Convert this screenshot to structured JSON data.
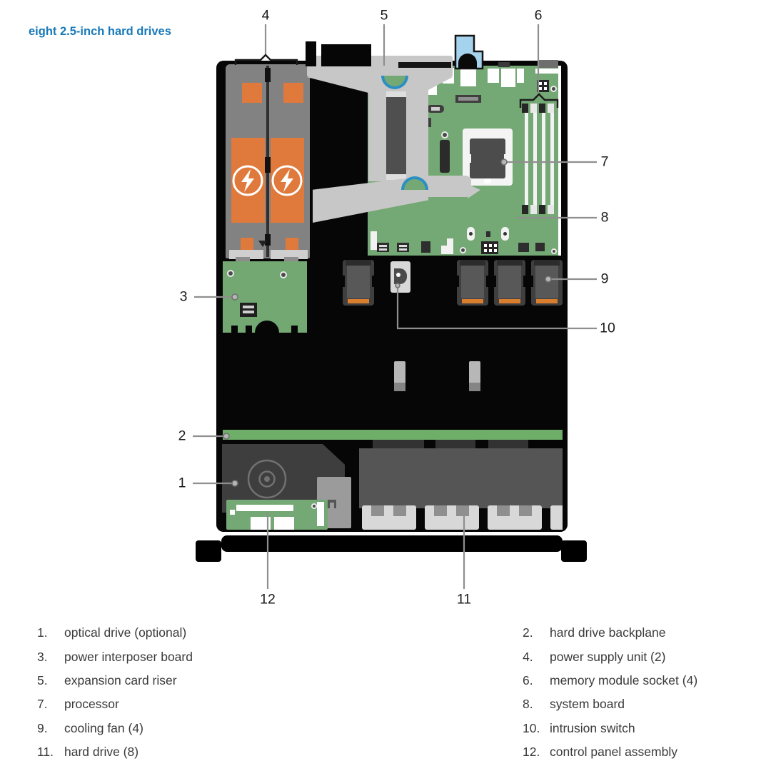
{
  "title": "eight 2.5-inch hard drives",
  "callouts": {
    "n1": "1",
    "n2": "2",
    "n3": "3",
    "n4": "4",
    "n5": "5",
    "n6": "6",
    "n7": "7",
    "n8": "8",
    "n9": "9",
    "n10": "10",
    "n11": "11",
    "n12": "12"
  },
  "legend": {
    "left_column": [
      {
        "number": "1.",
        "label": "optical drive (optional)"
      },
      {
        "number": "3.",
        "label": "power interposer board"
      },
      {
        "number": "5.",
        "label": "expansion card riser"
      },
      {
        "number": "7.",
        "label": "processor"
      },
      {
        "number": "9.",
        "label": "cooling fan (4)"
      },
      {
        "number": "11.",
        "label": "hard drive (8)"
      }
    ],
    "right_column": [
      {
        "number": "2.",
        "label": "hard drive backplane"
      },
      {
        "number": "4.",
        "label": "power supply unit (2)"
      },
      {
        "number": "6.",
        "label": "memory module socket (4)"
      },
      {
        "number": "8.",
        "label": "system board"
      },
      {
        "number": "10.",
        "label": "intrusion switch"
      },
      {
        "number": "12.",
        "label": "control panel assembly"
      }
    ]
  },
  "colors": {
    "accent_blue": "#1779b8",
    "board_green": "#74a874",
    "backplane_green": "#6fae69",
    "psu_orange": "#e0793c",
    "fan_orange": "#d97e2e",
    "riser_gray": "#c7c7c7",
    "latch_blue": "#a5d2ec",
    "arc_blue": "#2b8fc4",
    "chassis_black": "#060606",
    "leader_gray": "#8f8f8f"
  }
}
